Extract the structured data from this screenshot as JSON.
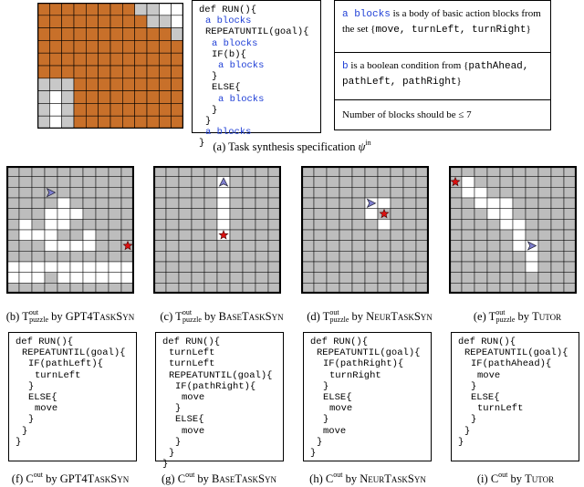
{
  "spec": {
    "code_lines": [
      {
        "indent": 0,
        "parts": [
          {
            "t": "def ",
            "c": "k"
          },
          {
            "t": "Run",
            "c": "sc"
          },
          {
            "t": "(){",
            "c": "k"
          }
        ]
      },
      {
        "indent": 1,
        "parts": [
          {
            "t": "a blocks",
            "c": "b"
          }
        ]
      },
      {
        "indent": 1,
        "parts": [
          {
            "t": "RepeatUntil",
            "c": "sc"
          },
          {
            "t": "(goal){",
            "c": "k"
          }
        ]
      },
      {
        "indent": 2,
        "parts": [
          {
            "t": "a blocks",
            "c": "b"
          }
        ]
      },
      {
        "indent": 2,
        "parts": [
          {
            "t": "If",
            "c": "sc"
          },
          {
            "t": "(b){",
            "c": "k"
          }
        ]
      },
      {
        "indent": 3,
        "parts": [
          {
            "t": "a blocks",
            "c": "b"
          }
        ]
      },
      {
        "indent": 2,
        "parts": [
          {
            "t": "}",
            "c": "k"
          }
        ]
      },
      {
        "indent": 2,
        "parts": [
          {
            "t": "Else",
            "c": "sc"
          },
          {
            "t": "{",
            "c": "k"
          }
        ]
      },
      {
        "indent": 3,
        "parts": [
          {
            "t": "a blocks",
            "c": "b"
          }
        ]
      },
      {
        "indent": 2,
        "parts": [
          {
            "t": "}",
            "c": "k"
          }
        ]
      },
      {
        "indent": 1,
        "parts": [
          {
            "t": "}",
            "c": "k"
          }
        ]
      },
      {
        "indent": 1,
        "parts": [
          {
            "t": "a blocks",
            "c": "b"
          }
        ]
      },
      {
        "indent": 0,
        "parts": [
          {
            "t": "}",
            "c": "k"
          }
        ]
      }
    ],
    "table": {
      "row1_code": "a blocks",
      "row1_text": " is a body of basic action blocks from the set {",
      "row1_actions": "move, turnLeft, turnRight",
      "row1_end": "}",
      "row2_code": "b",
      "row2_text": " is a boolean condition from {",
      "row2_conds": "pathAhead, pathLeft, pathRight",
      "row2_end": "}",
      "row3_text": "Number of blocks should be ≤ 7"
    },
    "caption_prefix": "(a) Task synthesis specification ",
    "caption_psi": "ψ",
    "caption_sup": "in"
  },
  "spec_grid": {
    "rows": 10,
    "cols": 12,
    "cells": [
      "OOOOOOOOGGWW",
      "OOOOOOOOOGGW",
      "OOOOOOOOOOOG",
      "OOOOOOOOOOOO",
      "OOOOOOOOOOOO",
      "OOOOOOOOOOOO",
      "GGGOOOOOOOOO",
      "GWGOOOOOOOOO",
      "GWGOOOOOOOOO",
      "GWGOOOOOOOOO"
    ],
    "colors": {
      "O": "#c8702a",
      "G": "#c8c8c8",
      "W": "#ffffff"
    }
  },
  "puzzles": [
    {
      "id": "b",
      "cells": [
        "##########",
        "##########",
        "##########",
        "####.#####",
        "###...####",
        "#.#..#####",
        "#...##.###",
        "###....###",
        "##########",
        "..........",
        "...#......",
        "##########"
      ],
      "agent": {
        "row": 2,
        "col": 3,
        "dir": "right"
      },
      "goal": {
        "row": 7,
        "col": 9
      },
      "label_prefix": "(b) ",
      "label_T": "T",
      "label_sup": "out",
      "label_sub": "puzzle",
      "label_by": " by ",
      "label_name": "GPT4TaskSyn"
    },
    {
      "id": "c",
      "cells": [
        "##########",
        "#####.####",
        "#####.####",
        "#####.####",
        "#####.####",
        "#####.####",
        "#####.####",
        "##########",
        "##########",
        "##########",
        "##########",
        "##########"
      ],
      "agent": {
        "row": 1,
        "col": 5,
        "dir": "up"
      },
      "goal": {
        "row": 6,
        "col": 5
      },
      "label_prefix": "(c) ",
      "label_T": "T",
      "label_sup": "out",
      "label_sub": "puzzle",
      "label_by": " by ",
      "label_name": "BaseTaskSyn"
    },
    {
      "id": "d",
      "cells": [
        "##########",
        "##########",
        "##########",
        "#####..###",
        "#####.####",
        "######.###",
        "##########",
        "##########",
        "##########",
        "##########",
        "##########",
        "##########"
      ],
      "agent": {
        "row": 3,
        "col": 5,
        "dir": "right"
      },
      "goal": {
        "row": 4,
        "col": 6
      },
      "label_prefix": "(d) ",
      "label_T": "T",
      "label_sup": "out",
      "label_sub": "puzzle",
      "label_by": " by ",
      "label_name": "NeurTaskSyn"
    },
    {
      "id": "e",
      "cells": [
        "##########",
        "#.########",
        "#..#######",
        "##...#####",
        "###..#####",
        "####..####",
        "#####.####",
        "#####..###",
        "######.###",
        "######.###",
        "##########",
        "##########"
      ],
      "agent": {
        "row": 7,
        "col": 6,
        "dir": "right"
      },
      "goal": {
        "row": 1,
        "col": 0
      },
      "label_prefix": "(e) ",
      "label_T": "T",
      "label_sup": "out",
      "label_sub": "puzzle",
      "label_by": " by ",
      "label_name": "Tutor"
    }
  ],
  "codes": [
    {
      "id": "f",
      "lines": [
        [
          0,
          "def ",
          [
            "Run"
          ],
          "(){"
        ],
        [
          1,
          "",
          [
            "RepeatUntil"
          ],
          "(goal){"
        ],
        [
          2,
          "",
          [
            "If"
          ],
          "(pathLeft){"
        ],
        [
          3,
          "turnLeft",
          "",
          ""
        ],
        [
          2,
          "}",
          "",
          ""
        ],
        [
          2,
          "",
          [
            "Else"
          ],
          "{"
        ],
        [
          3,
          "move",
          "",
          ""
        ],
        [
          2,
          "}",
          "",
          ""
        ],
        [
          1,
          "}",
          "",
          ""
        ],
        [
          0,
          "}",
          "",
          ""
        ]
      ],
      "label_prefix": "(f) ",
      "label_C": "C",
      "label_sup": "out",
      "label_by": " by ",
      "label_name": "GPT4TaskSyn"
    },
    {
      "id": "g",
      "lines": [
        [
          0,
          "def ",
          [
            "Run"
          ],
          "(){"
        ],
        [
          1,
          "turnLeft",
          "",
          ""
        ],
        [
          1,
          "turnLeft",
          "",
          ""
        ],
        [
          1,
          "",
          [
            "RepeatUntil"
          ],
          "(goal){"
        ],
        [
          2,
          "",
          [
            "If"
          ],
          "(pathRight){"
        ],
        [
          3,
          "move",
          "",
          ""
        ],
        [
          2,
          "}",
          "",
          ""
        ],
        [
          2,
          "",
          [
            "Else"
          ],
          "{"
        ],
        [
          3,
          "move",
          "",
          ""
        ],
        [
          2,
          "}",
          "",
          ""
        ],
        [
          1,
          "}",
          "",
          ""
        ],
        [
          0,
          "}",
          "",
          ""
        ]
      ],
      "label_prefix": "(g) ",
      "label_C": "C",
      "label_sup": "out",
      "label_by": " by ",
      "label_name": "BaseTaskSyn"
    },
    {
      "id": "h",
      "lines": [
        [
          0,
          "def ",
          [
            "Run"
          ],
          "(){"
        ],
        [
          1,
          "",
          [
            "RepeatUntil"
          ],
          "(goal){"
        ],
        [
          2,
          "",
          [
            "If"
          ],
          "(pathRight){"
        ],
        [
          3,
          "turnRight",
          "",
          ""
        ],
        [
          2,
          "}",
          "",
          ""
        ],
        [
          2,
          "",
          [
            "Else"
          ],
          "{"
        ],
        [
          3,
          "move",
          "",
          ""
        ],
        [
          2,
          "}",
          "",
          ""
        ],
        [
          2,
          "move",
          "",
          ""
        ],
        [
          1,
          "}",
          "",
          ""
        ],
        [
          0,
          "}",
          "",
          ""
        ]
      ],
      "label_prefix": "(h) ",
      "label_C": "C",
      "label_sup": "out",
      "label_by": " by ",
      "label_name": "NeurTaskSyn"
    },
    {
      "id": "i",
      "lines": [
        [
          0,
          "def ",
          [
            "Run"
          ],
          "(){"
        ],
        [
          1,
          "",
          [
            "RepeatUntil"
          ],
          "(goal){"
        ],
        [
          2,
          "",
          [
            "If"
          ],
          "(pathAhead){"
        ],
        [
          3,
          "move",
          "",
          ""
        ],
        [
          2,
          "}",
          "",
          ""
        ],
        [
          2,
          "",
          [
            "Else"
          ],
          "{"
        ],
        [
          3,
          "turnLeft",
          "",
          ""
        ],
        [
          2,
          "}",
          "",
          ""
        ],
        [
          1,
          "}",
          "",
          ""
        ],
        [
          0,
          "}",
          "",
          ""
        ]
      ],
      "label_prefix": "(i) ",
      "label_C": "C",
      "label_sup": "out",
      "label_by": " by ",
      "label_name": "Tutor"
    }
  ],
  "colors": {
    "wall": "#bdbdbd",
    "free": "#ffffff",
    "agent": "#8080d0",
    "goal": "#dd1111",
    "keyword_blue": "#1f3fd6"
  }
}
